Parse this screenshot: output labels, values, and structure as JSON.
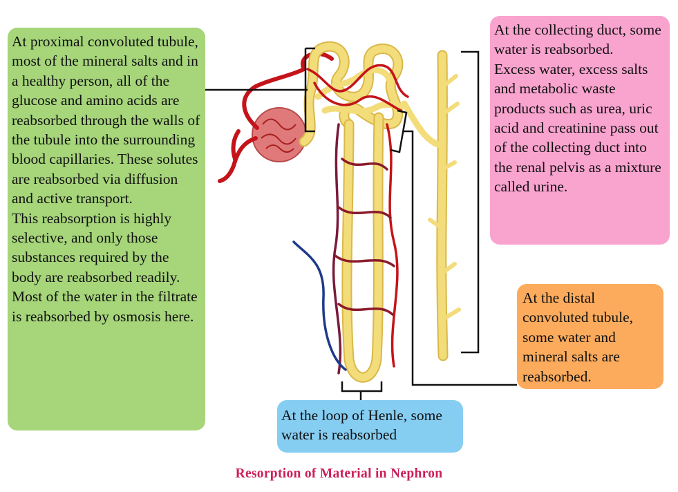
{
  "boxes": {
    "proximal": {
      "lines": [
        "At proximal convoluted tubule, most of the mineral salts and in a healthy person, all of the glucose and amino acids are reabsorbed through the walls of the tubule into the surrounding blood capillaries. These solutes are reabsorbed via diffusion and active transport.",
        "This reabsorption is highly selective, and only those substances required by the body are reabsorbed readily.",
        "Most of the water in the filtrate is reabsorbed by osmosis here."
      ],
      "color": "#a6d57a"
    },
    "collecting": {
      "lines": [
        "At the collecting duct, some water is reabsorbed.",
        "Excess water, excess salts and metabolic waste products such as urea, uric acid and creatinine pass out of the collecting duct into the renal pelvis as a mixture called urine."
      ],
      "color": "#f9a3cf"
    },
    "distal": {
      "text": "At the distal convoluted tubule, some water and mineral salts are reabsorbed.",
      "color": "#fcab5c"
    },
    "loop": {
      "text": "At the loop of Henle, some water is reabsorbed",
      "color": "#86cdf2"
    }
  },
  "caption": "Resorption of Material in Nephron",
  "colors": {
    "tubule": "#f3dc7a",
    "tubule_edge": "#d9b84a",
    "artery": "#c4141a",
    "vein": "#2a2a6e",
    "glomerulus": "#e07a7a",
    "caption": "#cc1e5a"
  }
}
